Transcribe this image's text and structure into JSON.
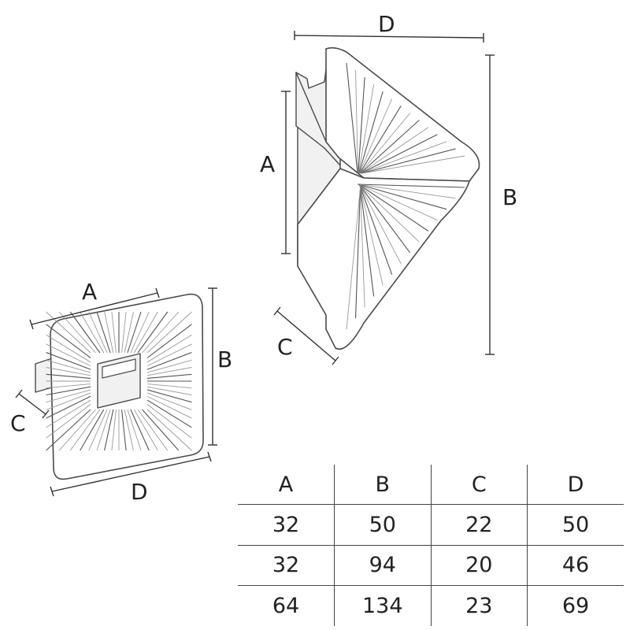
{
  "front_view": {
    "labels": {
      "a": "A",
      "b": "B",
      "c": "C",
      "d": "D"
    }
  },
  "side_view": {
    "labels": {
      "a": "A",
      "b": "B",
      "c": "C",
      "d": "D"
    }
  },
  "dimension_table": {
    "headers": [
      "A",
      "B",
      "C",
      "D"
    ],
    "rows": [
      [
        "32",
        "50",
        "22",
        "50"
      ],
      [
        "32",
        "94",
        "20",
        "46"
      ],
      [
        "64",
        "134",
        "23",
        "69"
      ]
    ]
  }
}
